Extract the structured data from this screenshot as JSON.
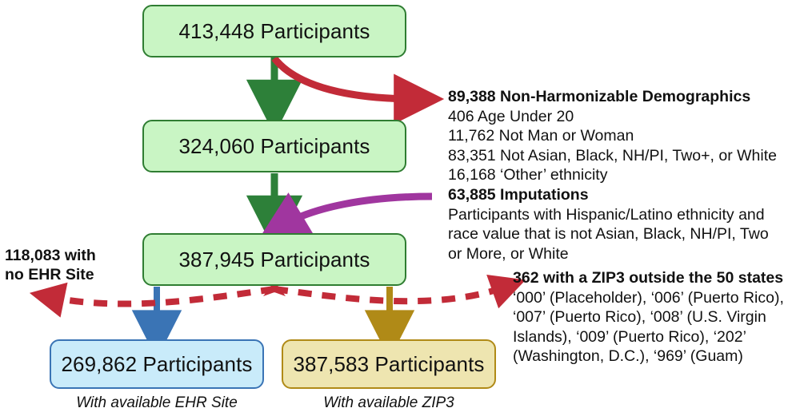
{
  "diagram": {
    "title": "Participant cohort flow diagram",
    "colors": {
      "green_fill": "#c9f5c4",
      "green_border": "#2f7d32",
      "green_arrow": "#2d8039",
      "blue_fill": "#c9ebfa",
      "blue_border": "#3a74b5",
      "blue_arrow": "#3a74b5",
      "yellow_fill": "#eee5b0",
      "yellow_border": "#b08a17",
      "yellow_arrow": "#b08a17",
      "red_arrow": "#c22b38",
      "purple_arrow": "#a0369f",
      "text": "#111111"
    },
    "nodes": [
      {
        "id": "n1",
        "label": "413,448 Participants",
        "style": "green"
      },
      {
        "id": "n2",
        "label": "324,060 Participants",
        "style": "green"
      },
      {
        "id": "n3",
        "label": "387,945 Participants",
        "style": "green"
      },
      {
        "id": "n4",
        "label": "269,862 Participants",
        "style": "blue"
      },
      {
        "id": "n5",
        "label": "387,583 Participants",
        "style": "yellow"
      }
    ],
    "captions": [
      {
        "id": "c4",
        "text": "With available EHR Site"
      },
      {
        "id": "c5",
        "text": "With available ZIP3"
      }
    ],
    "annotations": {
      "exclusion_demographics": {
        "header": "89,388 Non-Harmonizable Demographics",
        "lines": [
          "406 Age Under 20",
          "11,762 Not Man or Woman",
          "83,351 Not Asian, Black, NH/PI, Two+, or White",
          "16,168 ‘Other’ ethnicity"
        ]
      },
      "imputations": {
        "header": "63,885 Imputations",
        "lines": [
          "Participants with Hispanic/Latino ethnicity and",
          "race value that is not Asian, Black, NH/PI, Two",
          "or More, or White"
        ]
      },
      "zip3_outside": {
        "header": "362 with a ZIP3 outside the 50 states",
        "lines": [
          "‘000’ (Placeholder), ‘006’ (Puerto Rico),",
          "‘007’ (Puerto Rico), ‘008’ (U.S. Virgin",
          "Islands), ‘009’ (Puerto Rico), ‘202’",
          "(Washington, D.C.), ‘969’ (Guam)"
        ]
      },
      "no_ehr_site": {
        "lines": [
          "118,083 with",
          "no EHR Site"
        ]
      }
    }
  }
}
